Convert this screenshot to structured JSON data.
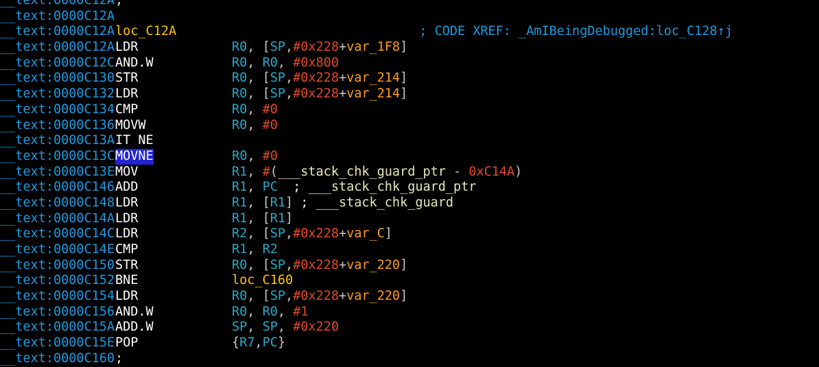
{
  "app": {
    "name": "IDA Pro disassembly view",
    "segment": "__text",
    "function": "_AmIBeingDebugged",
    "architecture": "ARM Thumb"
  },
  "colors": {
    "background": "#000000",
    "address": "#1e9ae0",
    "mnemonic": "#ffffff",
    "register": "#2aa9c9",
    "number": "#e04a2a",
    "variable": "#ff9d21",
    "label": "#ffc20e",
    "comment_blue": "#1e9ae0",
    "comment_white": "#f0f0e0",
    "name": "#e8e8bb",
    "selection": "#2323d4"
  },
  "selection": {
    "highlighted_token": "MOVNE",
    "line_address": "0000C13C"
  },
  "lines": [
    {
      "addr": "__text:0000C12A",
      "kind": "comment",
      "comment": ";",
      "clipped_top": true
    },
    {
      "addr": "__text:0000C12A",
      "kind": "blank"
    },
    {
      "addr": "__text:0000C12A",
      "kind": "label",
      "label": "loc_C12A",
      "xref_comment": "; CODE XREF: _AmIBeingDebugged:loc_C128↑j"
    },
    {
      "addr": "__text:0000C12A",
      "kind": "insn",
      "mnemonic": "LDR",
      "operands": "R0, [SP,#0x228+var_1F8]"
    },
    {
      "addr": "__text:0000C12C",
      "kind": "insn",
      "mnemonic": "AND.W",
      "operands": "R0, R0, #0x800"
    },
    {
      "addr": "__text:0000C130",
      "kind": "insn",
      "mnemonic": "STR",
      "operands": "R0, [SP,#0x228+var_214]"
    },
    {
      "addr": "__text:0000C132",
      "kind": "insn",
      "mnemonic": "LDR",
      "operands": "R0, [SP,#0x228+var_214]"
    },
    {
      "addr": "__text:0000C134",
      "kind": "insn",
      "mnemonic": "CMP",
      "operands": "R0, #0"
    },
    {
      "addr": "__text:0000C136",
      "kind": "insn",
      "mnemonic": "MOVW",
      "operands": "R0, #0"
    },
    {
      "addr": "__text:0000C13A",
      "kind": "insn",
      "mnemonic": "IT NE",
      "operands": ""
    },
    {
      "addr": "__text:0000C13C",
      "kind": "insn",
      "mnemonic": "MOVNE",
      "selected": true,
      "operands": "R0, #0"
    },
    {
      "addr": "__text:0000C13E",
      "kind": "insn",
      "mnemonic": "MOV",
      "operands": "R1, #(___stack_chk_guard_ptr - 0xC14A)"
    },
    {
      "addr": "__text:0000C146",
      "kind": "insn",
      "mnemonic": "ADD",
      "operands": "R1, PC  ; ___stack_chk_guard_ptr"
    },
    {
      "addr": "__text:0000C148",
      "kind": "insn",
      "mnemonic": "LDR",
      "operands": "R1, [R1] ; ___stack_chk_guard"
    },
    {
      "addr": "__text:0000C14A",
      "kind": "insn",
      "mnemonic": "LDR",
      "operands": "R1, [R1]"
    },
    {
      "addr": "__text:0000C14C",
      "kind": "insn",
      "mnemonic": "LDR",
      "operands": "R2, [SP,#0x228+var_C]"
    },
    {
      "addr": "__text:0000C14E",
      "kind": "insn",
      "mnemonic": "CMP",
      "operands": "R1, R2"
    },
    {
      "addr": "__text:0000C150",
      "kind": "insn",
      "mnemonic": "STR",
      "operands": "R0, [SP,#0x228+var_220]"
    },
    {
      "addr": "__text:0000C152",
      "kind": "insn",
      "mnemonic": "BNE",
      "operands": "loc_C160"
    },
    {
      "addr": "__text:0000C154",
      "kind": "insn",
      "mnemonic": "LDR",
      "operands": "R0, [SP,#0x228+var_220]"
    },
    {
      "addr": "__text:0000C156",
      "kind": "insn",
      "mnemonic": "AND.W",
      "operands": "R0, R0, #1"
    },
    {
      "addr": "__text:0000C15A",
      "kind": "insn",
      "mnemonic": "ADD.W",
      "operands": "SP, SP, #0x220"
    },
    {
      "addr": "__text:0000C15E",
      "kind": "insn",
      "mnemonic": "POP",
      "operands": "{R7,PC}"
    },
    {
      "addr": "__text:0000C160",
      "kind": "comment",
      "comment": ";",
      "clipped_bottom": true
    }
  ]
}
